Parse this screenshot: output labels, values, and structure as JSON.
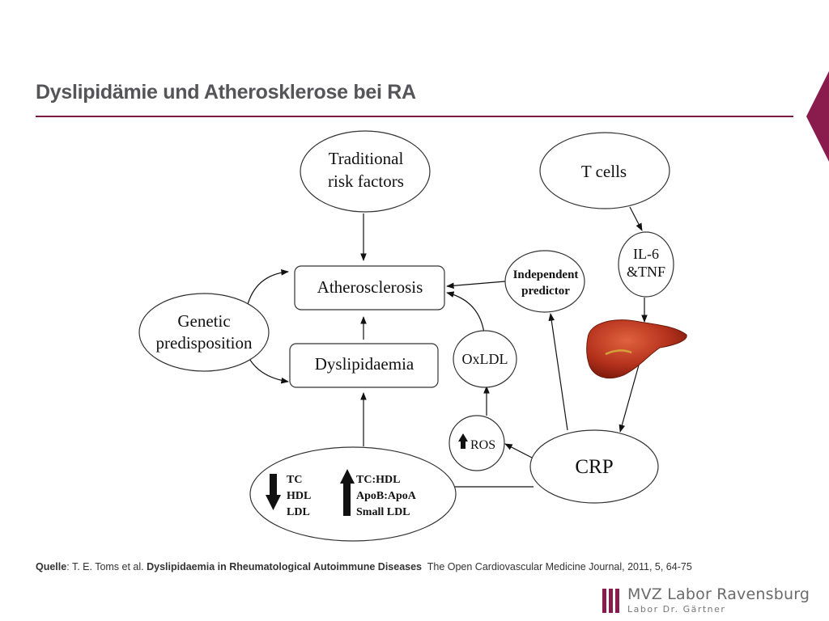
{
  "slide": {
    "title": "Dyslipidämie und Atherosklerose bei RA",
    "accent_color": "#7a1846"
  },
  "diagram": {
    "nodes": {
      "traditional": [
        "Traditional",
        "risk factors"
      ],
      "tcells": "T cells",
      "il6": [
        "IL-6",
        "&TNF"
      ],
      "independent": [
        "Independent",
        "predictor"
      ],
      "atherosclerosis": "Atherosclerosis",
      "genetic": [
        "Genetic",
        "predisposition"
      ],
      "dyslipidaemia": "Dyslipidaemia",
      "oxldl": "OxLDL",
      "ros": "ROS",
      "crp": "CRP",
      "lipids_down": [
        "TC",
        "HDL",
        "LDL"
      ],
      "lipids_up": [
        "TC:HDL",
        "ApoB:ApoA",
        "Small LDL"
      ]
    },
    "icons": {
      "liver": "liver-icon",
      "down_arrow": "down-arrow-icon",
      "up_arrow": "up-arrow-icon"
    }
  },
  "source": {
    "label": "Quelle",
    "authors": ": T. E. Toms et al. ",
    "article": "Dyslipidaemia in Rheumatological Autoimmune Diseases",
    "journal": "  The Open Cardiovascular Medicine Journal, 2011, 5, 64-75"
  },
  "logo": {
    "name": "MVZ Labor Ravensburg",
    "subtitle": "Labor Dr. Gärtner"
  }
}
